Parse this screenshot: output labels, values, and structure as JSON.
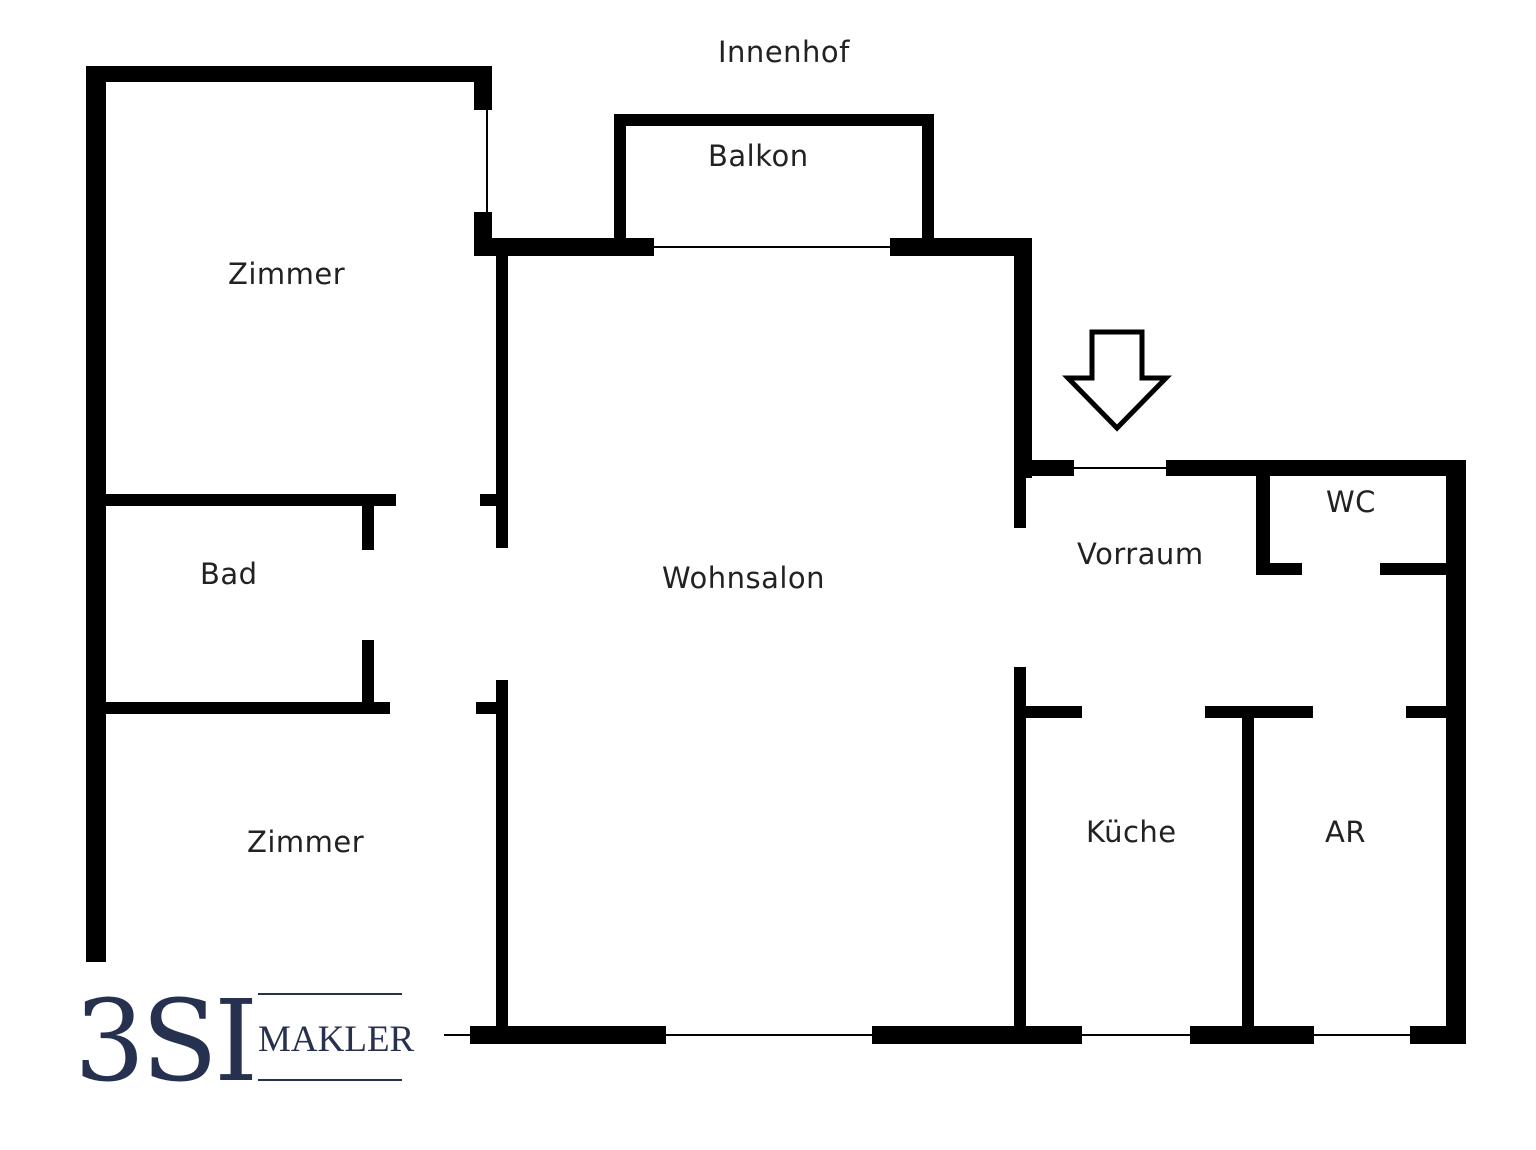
{
  "rooms": {
    "innenhof": "Innenhof",
    "balkon": "Balkon",
    "zimmer_top": "Zimmer",
    "bad": "Bad",
    "zimmer_bottom": "Zimmer",
    "wohnsalon": "Wohnsalon",
    "vorraum": "Vorraum",
    "wc": "WC",
    "kueche": "Küche",
    "ar": "AR"
  },
  "logo": {
    "mark": "3SI",
    "word": "MAKLER"
  },
  "icons": {
    "entrance": "entrance-arrow-icon"
  },
  "colors": {
    "wall": "#000000",
    "brand": "#26304f"
  }
}
